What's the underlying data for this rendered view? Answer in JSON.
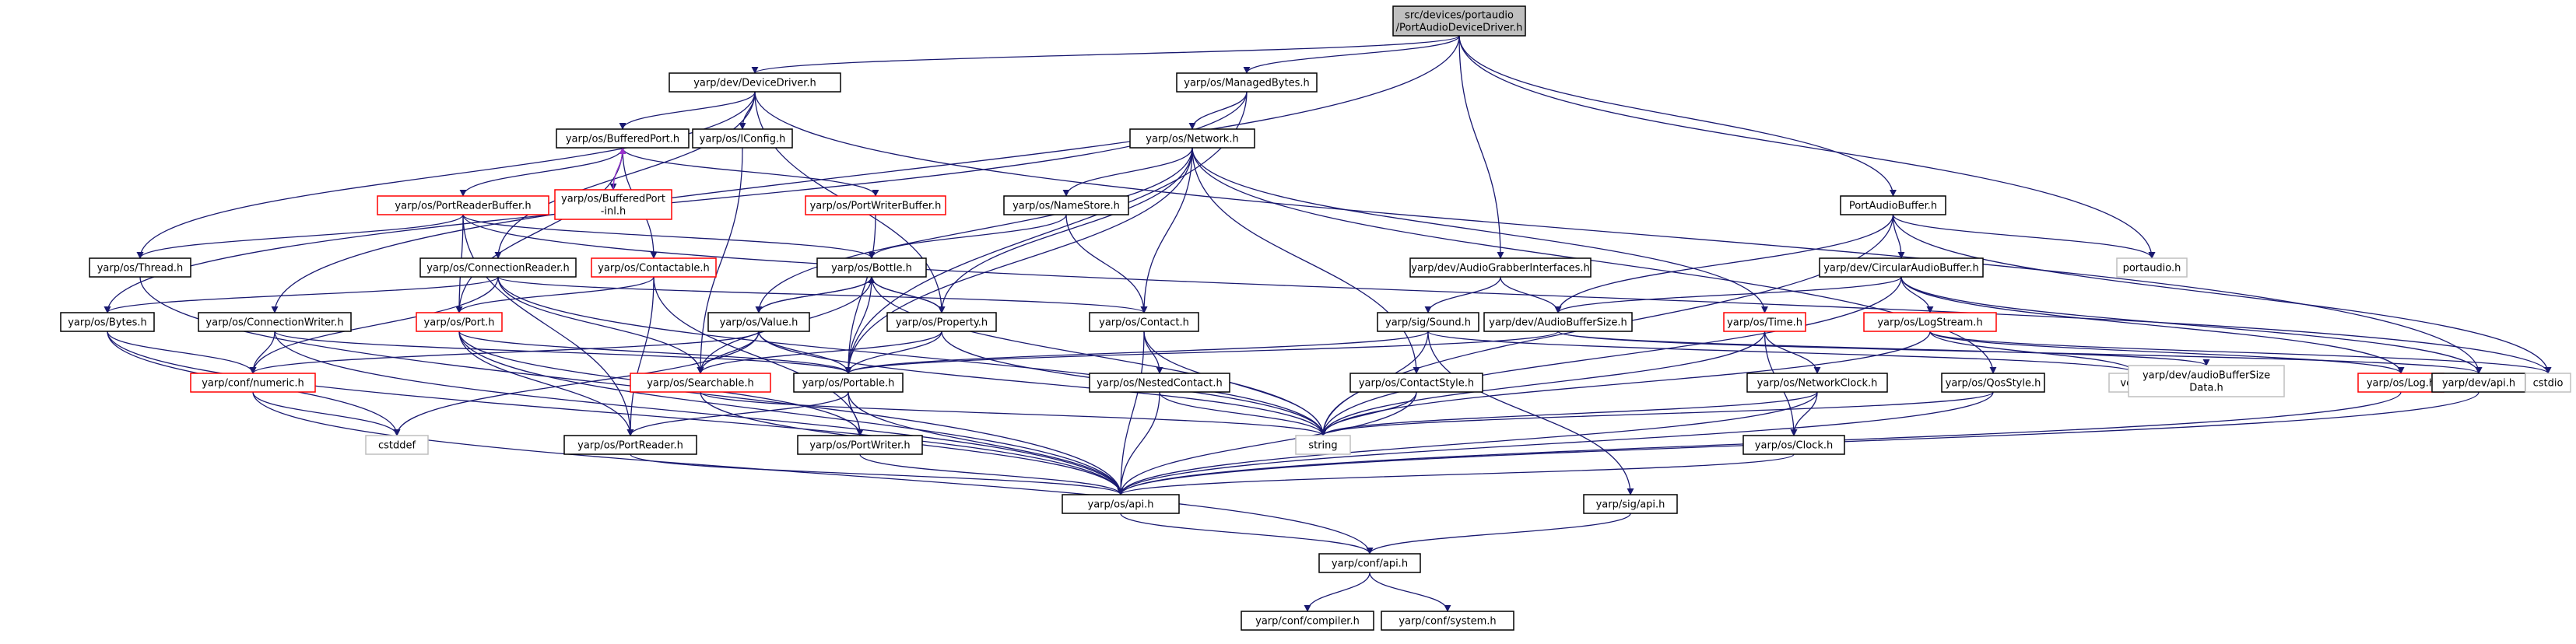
{
  "diagram": {
    "nodes": [
      {
        "id": "root",
        "lines": [
          "src/devices/portaudio",
          "/PortAudioDeviceDriver.h"
        ],
        "style": "root"
      },
      {
        "id": "devicedriver",
        "lines": [
          "yarp/dev/DeviceDriver.h"
        ],
        "style": "normal"
      },
      {
        "id": "managedbytes",
        "lines": [
          "yarp/os/ManagedBytes.h"
        ],
        "style": "normal"
      },
      {
        "id": "bufferedport",
        "lines": [
          "yarp/os/BufferedPort.h"
        ],
        "style": "normal"
      },
      {
        "id": "iconfig",
        "lines": [
          "yarp/os/IConfig.h"
        ],
        "style": "normal"
      },
      {
        "id": "network",
        "lines": [
          "yarp/os/Network.h"
        ],
        "style": "normal"
      },
      {
        "id": "bufferedportinl",
        "lines": [
          "yarp/os/BufferedPort",
          "-inl.h"
        ],
        "style": "red"
      },
      {
        "id": "portreaderbuffer",
        "lines": [
          "yarp/os/PortReaderBuffer.h"
        ],
        "style": "red"
      },
      {
        "id": "portwriterbuffer",
        "lines": [
          "yarp/os/PortWriterBuffer.h"
        ],
        "style": "red"
      },
      {
        "id": "namestore",
        "lines": [
          "yarp/os/NameStore.h"
        ],
        "style": "normal"
      },
      {
        "id": "portaudiobuffer",
        "lines": [
          "PortAudioBuffer.h"
        ],
        "style": "normal"
      },
      {
        "id": "thread",
        "lines": [
          "yarp/os/Thread.h"
        ],
        "style": "normal"
      },
      {
        "id": "connectionreader",
        "lines": [
          "yarp/os/ConnectionReader.h"
        ],
        "style": "normal"
      },
      {
        "id": "contactable",
        "lines": [
          "yarp/os/Contactable.h"
        ],
        "style": "red"
      },
      {
        "id": "bottle",
        "lines": [
          "yarp/os/Bottle.h"
        ],
        "style": "normal"
      },
      {
        "id": "audiograbber",
        "lines": [
          "yarp/dev/AudioGrabberInterfaces.h"
        ],
        "style": "normal"
      },
      {
        "id": "circularaudiobuffer",
        "lines": [
          "yarp/dev/CircularAudioBuffer.h"
        ],
        "style": "normal"
      },
      {
        "id": "portaudioh",
        "lines": [
          "portaudio.h"
        ],
        "style": "gray"
      },
      {
        "id": "bytes",
        "lines": [
          "yarp/os/Bytes.h"
        ],
        "style": "normal"
      },
      {
        "id": "connectionwriter",
        "lines": [
          "yarp/os/ConnectionWriter.h"
        ],
        "style": "normal"
      },
      {
        "id": "port",
        "lines": [
          "yarp/os/Port.h"
        ],
        "style": "red"
      },
      {
        "id": "value",
        "lines": [
          "yarp/os/Value.h"
        ],
        "style": "normal"
      },
      {
        "id": "property",
        "lines": [
          "yarp/os/Property.h"
        ],
        "style": "normal"
      },
      {
        "id": "contact",
        "lines": [
          "yarp/os/Contact.h"
        ],
        "style": "normal"
      },
      {
        "id": "sound",
        "lines": [
          "yarp/sig/Sound.h"
        ],
        "style": "normal"
      },
      {
        "id": "audiobuffersize",
        "lines": [
          "yarp/dev/AudioBufferSize.h"
        ],
        "style": "normal"
      },
      {
        "id": "time",
        "lines": [
          "yarp/os/Time.h"
        ],
        "style": "red"
      },
      {
        "id": "logstream",
        "lines": [
          "yarp/os/LogStream.h"
        ],
        "style": "red"
      },
      {
        "id": "numeric",
        "lines": [
          "yarp/conf/numeric.h"
        ],
        "style": "red"
      },
      {
        "id": "searchable",
        "lines": [
          "yarp/os/Searchable.h"
        ],
        "style": "red"
      },
      {
        "id": "portable",
        "lines": [
          "yarp/os/Portable.h"
        ],
        "style": "normal"
      },
      {
        "id": "nestedcontact",
        "lines": [
          "yarp/os/NestedContact.h"
        ],
        "style": "normal"
      },
      {
        "id": "contactstyle",
        "lines": [
          "yarp/os/ContactStyle.h"
        ],
        "style": "normal"
      },
      {
        "id": "networkclock",
        "lines": [
          "yarp/os/NetworkClock.h"
        ],
        "style": "normal"
      },
      {
        "id": "qosstyle",
        "lines": [
          "yarp/os/QosStyle.h"
        ],
        "style": "normal"
      },
      {
        "id": "vector",
        "lines": [
          "vector"
        ],
        "style": "gray"
      },
      {
        "id": "abufsizedata",
        "lines": [
          "yarp/dev/audioBufferSize",
          "Data.h"
        ],
        "style": "gray"
      },
      {
        "id": "log",
        "lines": [
          "yarp/os/Log.h"
        ],
        "style": "red"
      },
      {
        "id": "devapi",
        "lines": [
          "yarp/dev/api.h"
        ],
        "style": "normal"
      },
      {
        "id": "cstdio",
        "lines": [
          "cstdio"
        ],
        "style": "gray"
      },
      {
        "id": "cstddef",
        "lines": [
          "cstddef"
        ],
        "style": "gray"
      },
      {
        "id": "portreader",
        "lines": [
          "yarp/os/PortReader.h"
        ],
        "style": "normal"
      },
      {
        "id": "portwriter",
        "lines": [
          "yarp/os/PortWriter.h"
        ],
        "style": "normal"
      },
      {
        "id": "string",
        "lines": [
          "string"
        ],
        "style": "gray"
      },
      {
        "id": "clock",
        "lines": [
          "yarp/os/Clock.h"
        ],
        "style": "normal"
      },
      {
        "id": "osapi",
        "lines": [
          "yarp/os/api.h"
        ],
        "style": "normal"
      },
      {
        "id": "sigapi",
        "lines": [
          "yarp/sig/api.h"
        ],
        "style": "normal"
      },
      {
        "id": "confapi",
        "lines": [
          "yarp/conf/api.h"
        ],
        "style": "normal"
      },
      {
        "id": "compiler",
        "lines": [
          "yarp/conf/compiler.h"
        ],
        "style": "normal"
      },
      {
        "id": "system",
        "lines": [
          "yarp/conf/system.h"
        ],
        "style": "normal"
      }
    ],
    "edges": [
      [
        "root",
        "devicedriver"
      ],
      [
        "root",
        "managedbytes"
      ],
      [
        "root",
        "connectionwriter"
      ],
      [
        "root",
        "audiograbber"
      ],
      [
        "root",
        "portaudiobuffer"
      ],
      [
        "root",
        "portaudioh"
      ],
      [
        "devicedriver",
        "bufferedport"
      ],
      [
        "devicedriver",
        "iconfig"
      ],
      [
        "devicedriver",
        "property"
      ],
      [
        "devicedriver",
        "devapi"
      ],
      [
        "devicedriver",
        "thread"
      ],
      [
        "devicedriver",
        "connectionreader"
      ],
      [
        "managedbytes",
        "network"
      ],
      [
        "managedbytes",
        "bytes"
      ],
      [
        "managedbytes",
        "portable"
      ],
      [
        "bufferedport",
        "bufferedportinl"
      ],
      [
        "bufferedport",
        "portreaderbuffer"
      ],
      [
        "bufferedport",
        "portwriterbuffer"
      ],
      [
        "bufferedport",
        "contactable"
      ],
      [
        "bufferedport",
        "port"
      ],
      [
        "iconfig",
        "searchable"
      ],
      [
        "network",
        "namestore"
      ],
      [
        "network",
        "value"
      ],
      [
        "network",
        "property"
      ],
      [
        "network",
        "contact"
      ],
      [
        "network",
        "contactstyle"
      ],
      [
        "network",
        "portable"
      ],
      [
        "network",
        "time"
      ],
      [
        "network",
        "qosstyle"
      ],
      [
        "bufferedportinl",
        "bufferedport"
      ],
      [
        "portreaderbuffer",
        "thread"
      ],
      [
        "portreaderbuffer",
        "bottle"
      ],
      [
        "portreaderbuffer",
        "port"
      ],
      [
        "portreaderbuffer",
        "portreader"
      ],
      [
        "portreaderbuffer",
        "cstdio"
      ],
      [
        "portwriterbuffer",
        "portable"
      ],
      [
        "namestore",
        "bottle"
      ],
      [
        "namestore",
        "contact"
      ],
      [
        "portaudiobuffer",
        "circularaudiobuffer"
      ],
      [
        "portaudiobuffer",
        "audiobuffersize"
      ],
      [
        "portaudiobuffer",
        "portaudioh"
      ],
      [
        "portaudiobuffer",
        "cstdio"
      ],
      [
        "portaudiobuffer",
        "string"
      ],
      [
        "thread",
        "osapi"
      ],
      [
        "connectionreader",
        "bytes"
      ],
      [
        "connectionreader",
        "contact"
      ],
      [
        "connectionreader",
        "searchable"
      ],
      [
        "connectionreader",
        "numeric"
      ],
      [
        "connectionreader",
        "string"
      ],
      [
        "contactable",
        "port"
      ],
      [
        "contactable",
        "portwriter"
      ],
      [
        "contactable",
        "portreader"
      ],
      [
        "bottle",
        "value"
      ],
      [
        "bottle",
        "property"
      ],
      [
        "bottle",
        "portable"
      ],
      [
        "bottle",
        "searchable"
      ],
      [
        "bottle",
        "string"
      ],
      [
        "audiograbber",
        "sound"
      ],
      [
        "audiograbber",
        "audiobuffersize"
      ],
      [
        "circularaudiobuffer",
        "audiobuffersize"
      ],
      [
        "circularaudiobuffer",
        "logstream"
      ],
      [
        "circularaudiobuffer",
        "log"
      ],
      [
        "circularaudiobuffer",
        "devapi"
      ],
      [
        "circularaudiobuffer",
        "string"
      ],
      [
        "bytes",
        "numeric"
      ],
      [
        "bytes",
        "cstddef"
      ],
      [
        "bytes",
        "osapi"
      ],
      [
        "connectionwriter",
        "numeric"
      ],
      [
        "connectionwriter",
        "portable"
      ],
      [
        "connectionwriter",
        "osapi"
      ],
      [
        "port",
        "portable"
      ],
      [
        "port",
        "portreader"
      ],
      [
        "port",
        "portwriter"
      ],
      [
        "port",
        "osapi"
      ],
      [
        "value",
        "bottle"
      ],
      [
        "value",
        "searchable"
      ],
      [
        "value",
        "portable"
      ],
      [
        "value",
        "numeric"
      ],
      [
        "value",
        "string"
      ],
      [
        "value",
        "cstddef"
      ],
      [
        "property",
        "bottle"
      ],
      [
        "property",
        "portable"
      ],
      [
        "property",
        "searchable"
      ],
      [
        "property",
        "string"
      ],
      [
        "contact",
        "nestedcontact"
      ],
      [
        "contact",
        "string"
      ],
      [
        "contact",
        "osapi"
      ],
      [
        "sound",
        "portable"
      ],
      [
        "sound",
        "vector"
      ],
      [
        "sound",
        "string"
      ],
      [
        "sound",
        "sigapi"
      ],
      [
        "audiobuffersize",
        "portable"
      ],
      [
        "audiobuffersize",
        "abufsizedata"
      ],
      [
        "audiobuffersize",
        "devapi"
      ],
      [
        "time",
        "networkclock"
      ],
      [
        "time",
        "clock"
      ],
      [
        "time",
        "string"
      ],
      [
        "logstream",
        "log"
      ],
      [
        "logstream",
        "vector"
      ],
      [
        "logstream",
        "string"
      ],
      [
        "logstream",
        "cstdio"
      ],
      [
        "numeric",
        "cstddef"
      ],
      [
        "numeric",
        "confapi"
      ],
      [
        "searchable",
        "string"
      ],
      [
        "searchable",
        "osapi"
      ],
      [
        "portable",
        "portreader"
      ],
      [
        "portable",
        "portwriter"
      ],
      [
        "portable",
        "osapi"
      ],
      [
        "nestedcontact",
        "osapi"
      ],
      [
        "nestedcontact",
        "string"
      ],
      [
        "contactstyle",
        "osapi"
      ],
      [
        "contactstyle",
        "string"
      ],
      [
        "networkclock",
        "clock"
      ],
      [
        "networkclock",
        "osapi"
      ],
      [
        "networkclock",
        "string"
      ],
      [
        "qosstyle",
        "osapi"
      ],
      [
        "qosstyle",
        "string"
      ],
      [
        "log",
        "osapi"
      ],
      [
        "devapi",
        "osapi"
      ],
      [
        "portreader",
        "osapi"
      ],
      [
        "portwriter",
        "osapi"
      ],
      [
        "clock",
        "osapi"
      ],
      [
        "osapi",
        "confapi"
      ],
      [
        "sigapi",
        "confapi"
      ],
      [
        "confapi",
        "compiler"
      ],
      [
        "confapi",
        "system"
      ]
    ]
  }
}
